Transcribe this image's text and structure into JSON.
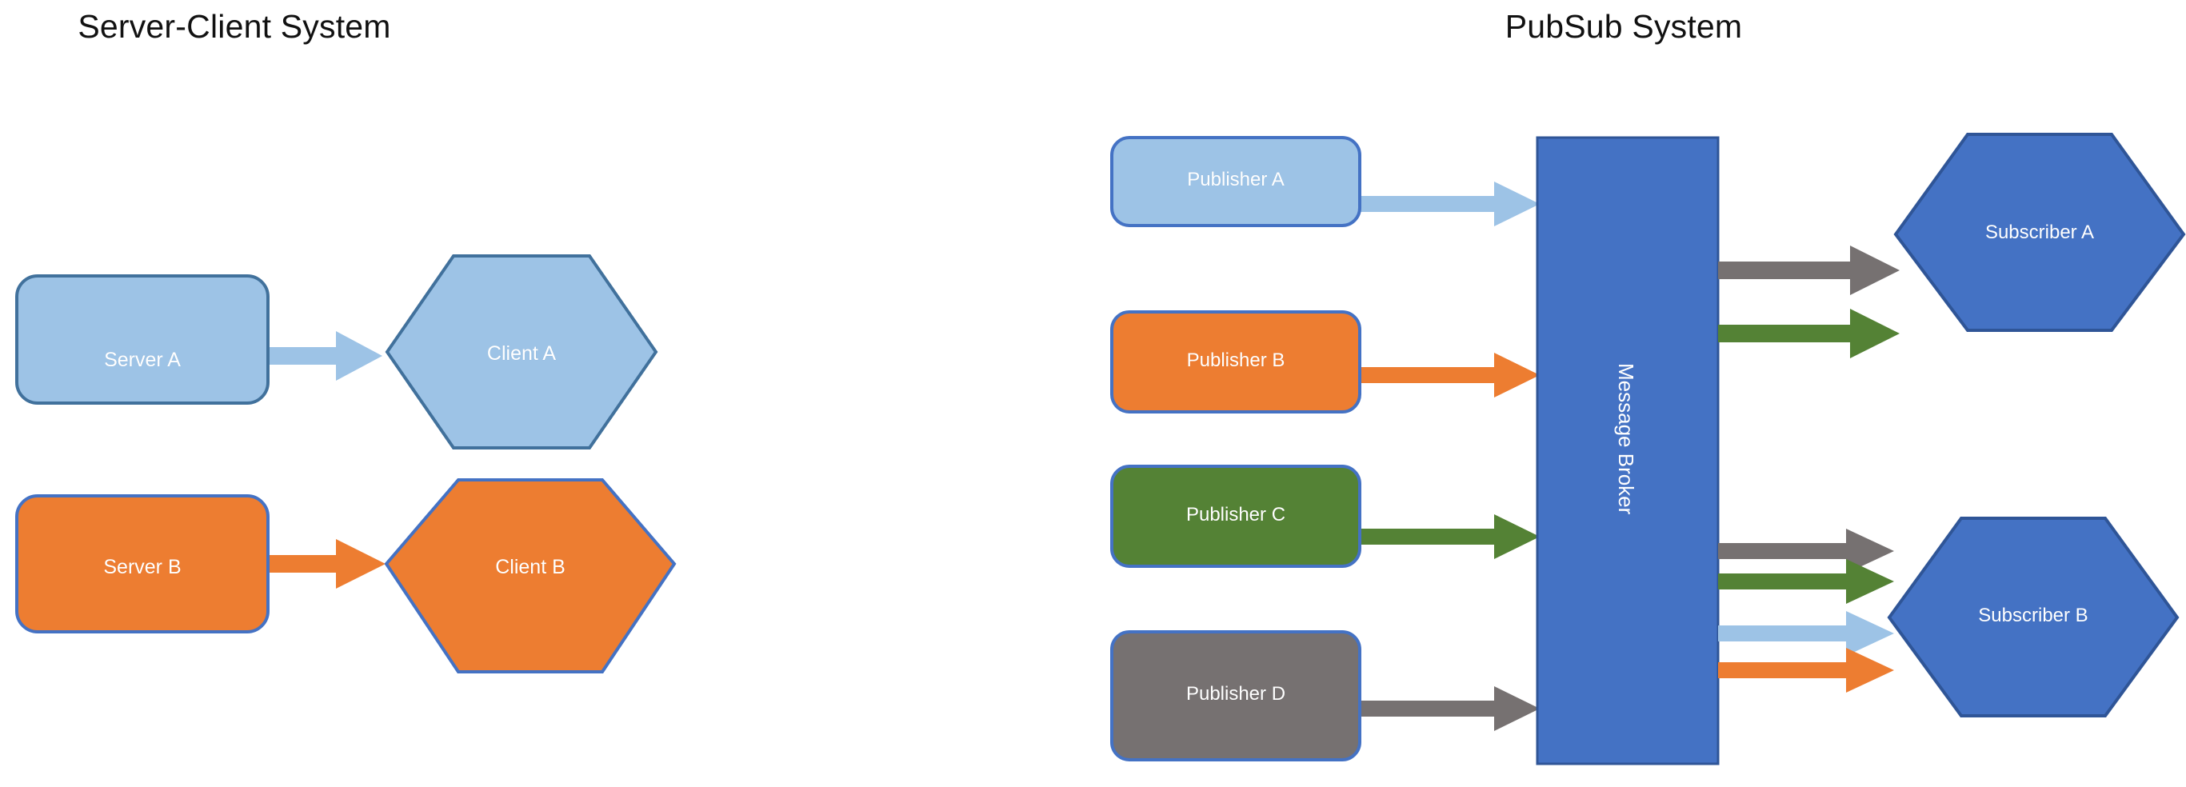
{
  "diagram": {
    "type": "flow-comparison",
    "panels": [
      {
        "id": "server-client",
        "title": "Server-Client System",
        "nodes": [
          {
            "id": "server-a",
            "label": "Server A",
            "shape": "rounded-rect",
            "fill": "#9DC3E6",
            "stroke": "#41719C",
            "text_color": "#FFFFFF"
          },
          {
            "id": "client-a",
            "label": "Client A",
            "shape": "hexagon",
            "fill": "#9DC3E6",
            "stroke": "#41719C",
            "text_color": "#FFFFFF"
          },
          {
            "id": "server-b",
            "label": "Server B",
            "shape": "rounded-rect",
            "fill": "#ED7D31",
            "stroke": "#4472C4",
            "text_color": "#FFFFFF"
          },
          {
            "id": "client-b",
            "label": "Client B",
            "shape": "hexagon",
            "fill": "#ED7D31",
            "stroke": "#4472C4",
            "text_color": "#FFFFFF"
          }
        ],
        "edges": [
          {
            "from": "server-a",
            "to": "client-a",
            "color": "#9DC3E6"
          },
          {
            "from": "server-b",
            "to": "client-b",
            "color": "#ED7D31"
          }
        ]
      },
      {
        "id": "pubsub",
        "title": "PubSub System",
        "nodes": [
          {
            "id": "publisher-a",
            "label": "Publisher A",
            "shape": "rounded-rect",
            "fill": "#9DC3E6",
            "stroke": "#4472C4",
            "text_color": "#FFFFFF"
          },
          {
            "id": "publisher-b",
            "label": "Publisher B",
            "shape": "rounded-rect",
            "fill": "#ED7D31",
            "stroke": "#4472C4",
            "text_color": "#FFFFFF"
          },
          {
            "id": "publisher-c",
            "label": "Publisher C",
            "shape": "rounded-rect",
            "fill": "#548235",
            "stroke": "#4472C4",
            "text_color": "#FFFFFF"
          },
          {
            "id": "publisher-d",
            "label": "Publisher D",
            "shape": "rounded-rect",
            "fill": "#767171",
            "stroke": "#4472C4",
            "text_color": "#FFFFFF"
          },
          {
            "id": "message-broker",
            "label": "Message Broker",
            "shape": "rect-vertical-text",
            "fill": "#4472C4",
            "stroke": "#2F5597",
            "text_color": "#FFFFFF"
          },
          {
            "id": "subscriber-a",
            "label": "Subscriber A",
            "shape": "hexagon",
            "fill": "#4472C4",
            "stroke": "#2F5597",
            "text_color": "#FFFFFF"
          },
          {
            "id": "subscriber-b",
            "label": "Subscriber B",
            "shape": "hexagon",
            "fill": "#4472C4",
            "stroke": "#2F5597",
            "text_color": "#FFFFFF"
          }
        ],
        "edges": [
          {
            "from": "publisher-a",
            "to": "message-broker",
            "color": "#9DC3E6"
          },
          {
            "from": "publisher-b",
            "to": "message-broker",
            "color": "#ED7D31"
          },
          {
            "from": "publisher-c",
            "to": "message-broker",
            "color": "#548235"
          },
          {
            "from": "publisher-d",
            "to": "message-broker",
            "color": "#767171"
          },
          {
            "from": "message-broker",
            "to": "subscriber-a",
            "color": "#767171"
          },
          {
            "from": "message-broker",
            "to": "subscriber-a",
            "color": "#548235"
          },
          {
            "from": "message-broker",
            "to": "subscriber-b",
            "color": "#767171"
          },
          {
            "from": "message-broker",
            "to": "subscriber-b",
            "color": "#548235"
          },
          {
            "from": "message-broker",
            "to": "subscriber-b",
            "color": "#9DC3E6"
          },
          {
            "from": "message-broker",
            "to": "subscriber-b",
            "color": "#ED7D31"
          }
        ]
      }
    ],
    "colors": {
      "light_blue": "#9DC3E6",
      "orange": "#ED7D31",
      "green": "#548235",
      "gray": "#767171",
      "blue": "#4472C4",
      "blue_stroke": "#2F5597",
      "light_blue_stroke": "#41719C",
      "background": "#FFFFFF",
      "title_text": "#111111"
    }
  }
}
